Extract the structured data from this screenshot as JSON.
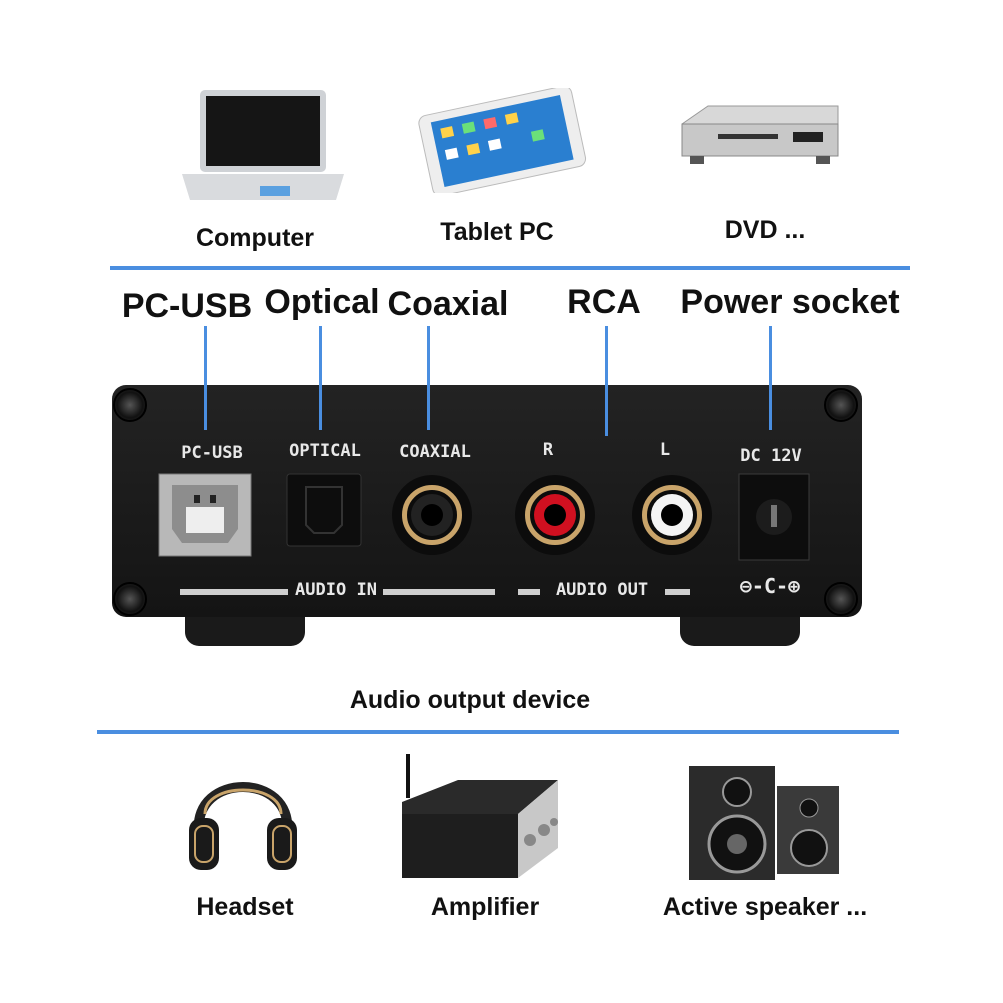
{
  "sources": [
    {
      "label": "Computer",
      "icon": "laptop-icon"
    },
    {
      "label": "Tablet PC",
      "icon": "tablet-icon"
    },
    {
      "label": "DVD ...",
      "icon": "dvd-player-icon"
    }
  ],
  "callouts": {
    "pc_usb": "PC-USB",
    "optical": "Optical",
    "coaxial": "Coaxial",
    "rca": "RCA",
    "power": "Power socket"
  },
  "panel": {
    "pc_usb": "PC-USB",
    "optical": "OPTICAL",
    "coaxial": "COAXIAL",
    "r": "R",
    "l": "L",
    "dc": "DC 12V",
    "audio_in": "AUDIO IN",
    "audio_out": "AUDIO OUT",
    "polarity": "⊖-C-⊕"
  },
  "output_caption": "Audio output device",
  "outputs": [
    {
      "label": "Headset",
      "icon": "headphones-icon"
    },
    {
      "label": "Amplifier",
      "icon": "amplifier-icon"
    },
    {
      "label": "Active speaker ...",
      "icon": "speaker-icon"
    }
  ],
  "colors": {
    "accent": "#4a8ee0",
    "red": "#d01020",
    "gold": "#c9a46a"
  }
}
